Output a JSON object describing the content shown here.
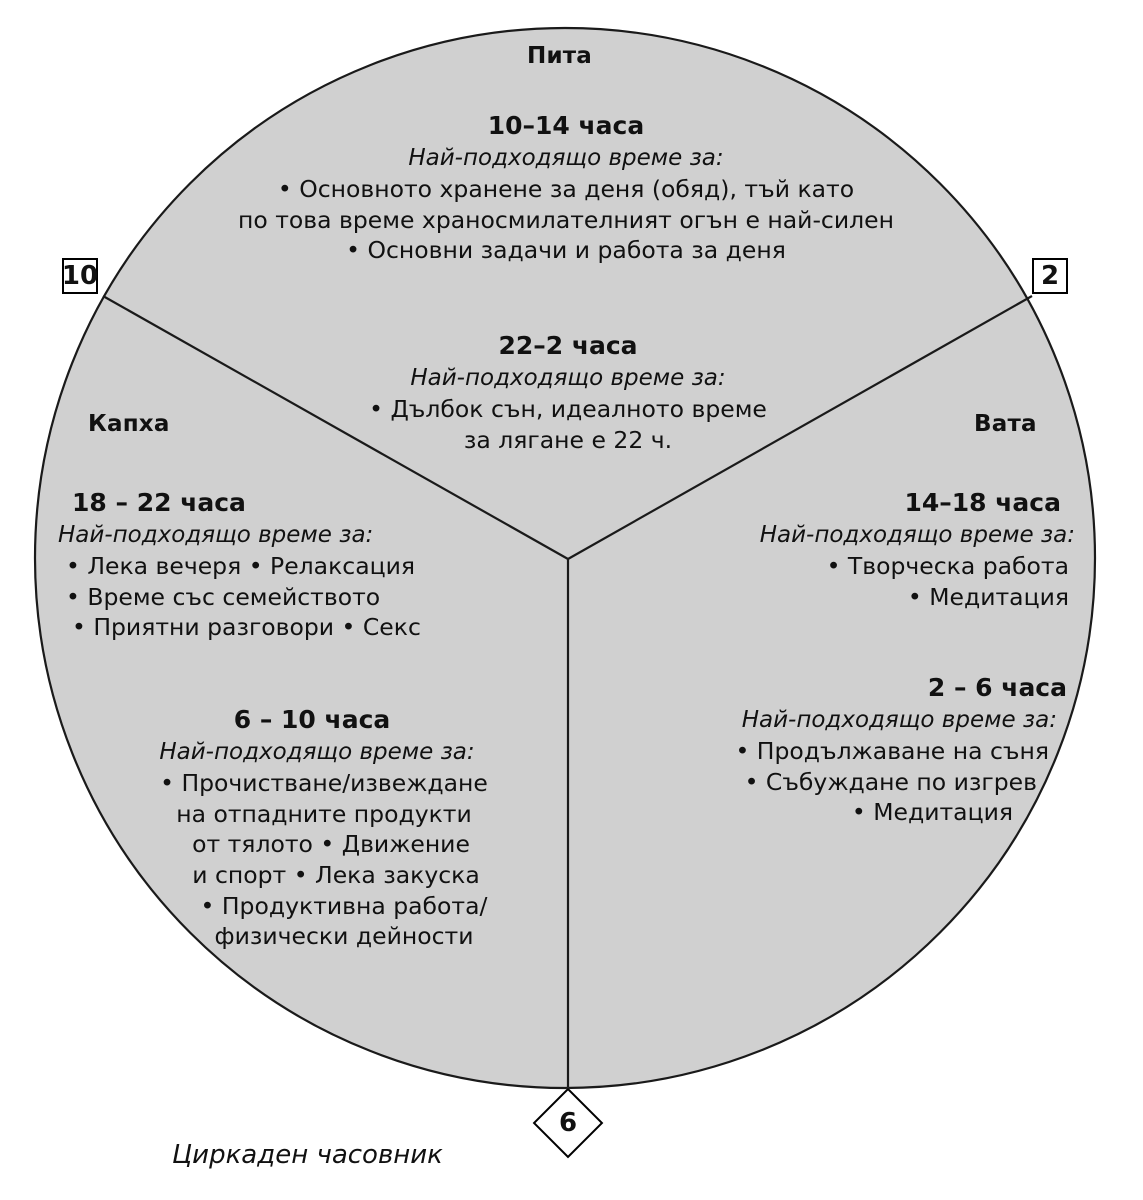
{
  "figure": {
    "caption": "Циркаден часовник",
    "fill_color": "#d0d0d0",
    "stroke_color": "#1a1a1a",
    "background_color": "#ffffff"
  },
  "hour_markers": [
    {
      "label": "10",
      "shape": "square"
    },
    {
      "label": "2",
      "shape": "square"
    },
    {
      "label": "6",
      "shape": "diamond"
    }
  ],
  "doshas": {
    "pitta": {
      "label": "Пита"
    },
    "kapha": {
      "label": "Капха"
    },
    "vata": {
      "label": "Вата"
    }
  },
  "common": {
    "best_time_for": "Най-подходящо време за:"
  },
  "segments": [
    {
      "id": "pitta-day",
      "dosha": "Пита",
      "time_range": "10–14 часа",
      "best_for": "Най-подходящо време за:",
      "lines": [
        "• Основното хранене за деня (обяд), тъй като",
        "по това време храносмилателният огън е най-силен",
        "• Основни задачи и работа за деня"
      ]
    },
    {
      "id": "pitta-night",
      "dosha": "Пита",
      "time_range": "22–2 часа",
      "best_for": "Най-подходящо време за:",
      "lines": [
        "• Дълбок сън, идеалното време",
        "за лягане е 22 ч."
      ]
    },
    {
      "id": "kapha-evening",
      "dosha": "Капха",
      "time_range": "18 – 22 часа",
      "best_for": "Най-подходящо време за:",
      "lines": [
        "• Лека вечеря • Релаксация",
        "• Време със семейството",
        "• Приятни разговори • Секс"
      ]
    },
    {
      "id": "kapha-morning",
      "dosha": "Капха",
      "time_range": "6 – 10 часа",
      "best_for": "Най-подходящо време за:",
      "lines": [
        "• Прочистване/извеждане",
        "на отпадните продукти",
        "от тялото • Движение",
        "и спорт • Лека закуска",
        "• Продуктивна работа/",
        "физически дейности"
      ]
    },
    {
      "id": "vata-afternoon",
      "dosha": "Вата",
      "time_range": "14–18 часа",
      "best_for": "Най-подходящо време за:",
      "lines": [
        "• Творческа работа",
        "• Медитация"
      ]
    },
    {
      "id": "vata-predawn",
      "dosha": "Вата",
      "time_range": "2 – 6 часа",
      "best_for": "Най-подходящо време за:",
      "lines": [
        "• Продължаване на съня",
        "• Събуждане по изгрев",
        "• Медитация"
      ]
    }
  ]
}
